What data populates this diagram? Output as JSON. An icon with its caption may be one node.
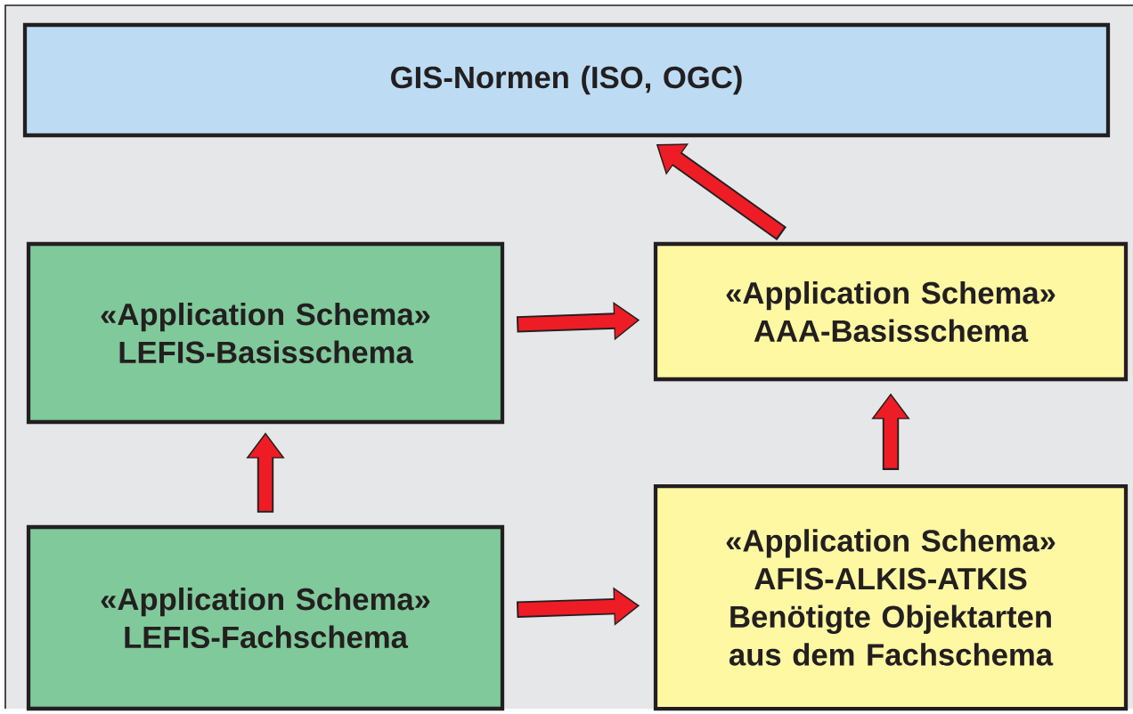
{
  "diagram": {
    "nodes": [
      {
        "text": [
          "GIS-Normen (ISO, OGC)"
        ]
      },
      {
        "text": [
          "«Application Schema»",
          "LEFIS-Basisschema"
        ]
      },
      {
        "text": [
          "«Application Schema»",
          "AAA-Basisschema"
        ]
      },
      {
        "text": [
          "«Application Schema»",
          "LEFIS-Fachschema"
        ]
      },
      {
        "text": [
          "«Application Schema»",
          "AFIS-ALKIS-ATKIS",
          "Benötigte Objektarten aus dem Fachschema"
        ]
      }
    ],
    "edges": [
      {
        "from": 1,
        "to": 2,
        "arrow": "to"
      },
      {
        "from": 3,
        "to": 1,
        "arrow": "to"
      },
      {
        "from": 3,
        "to": 4,
        "arrow": "to"
      },
      {
        "from": 4,
        "to": 2,
        "arrow": "to"
      },
      {
        "from": 2,
        "to": 0,
        "arrow": "to"
      }
    ]
  }
}
